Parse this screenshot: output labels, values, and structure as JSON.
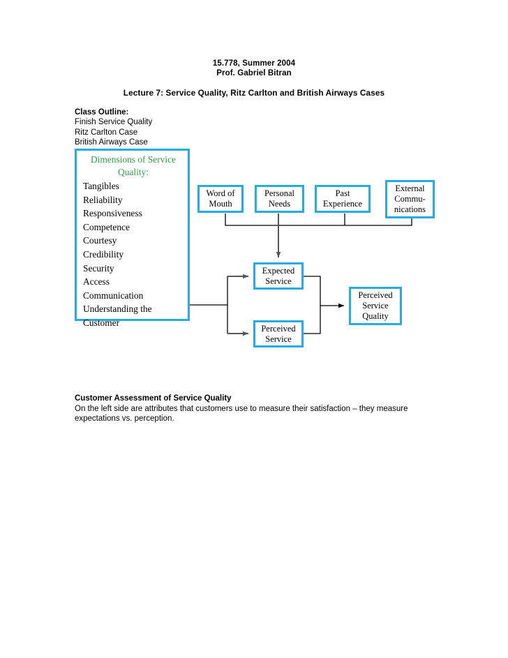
{
  "header": {
    "course": "15.778, Summer 2004",
    "professor": "Prof. Gabriel Bitran",
    "lecture": "Lecture 7: Service Quality, Ritz Carlton and British Airways Cases"
  },
  "outline": {
    "title": "Class Outline:",
    "items": [
      "Finish Service Quality",
      "Ritz Carlton Case",
      "British Airways Case"
    ]
  },
  "diagram": {
    "dimensions_panel": {
      "title": "Dimensions of Service Quality:",
      "title_line1": "Dimensions of Service",
      "title_line2": "Quality:",
      "title_color": "#2E9B4E",
      "items": [
        "Tangibles",
        "Reliability",
        "Responsiveness",
        "Competence",
        "Courtesy",
        "Credibility",
        "Security",
        "Access",
        "Communication",
        "Understanding the",
        "Customer"
      ]
    },
    "border_color": "#29ABE2",
    "nodes": {
      "word_of_mouth": "Word of Mouth",
      "personal_needs": "Personal Needs",
      "past_experience": "Past Experience",
      "external_communications": "External Commu-nications",
      "expected_service": "Expected Service",
      "perceived_service": "Perceived Service",
      "perceived_service_quality": "Perceived Service Quality"
    },
    "node_lines": {
      "word_of_mouth": [
        "Word of",
        "Mouth"
      ],
      "personal_needs": [
        "Personal",
        "Needs"
      ],
      "past_experience": [
        "Past",
        "Experience"
      ],
      "external_communications": [
        "External",
        "Commu-",
        "nications"
      ],
      "expected_service": [
        "Expected",
        "Service"
      ],
      "perceived_service": [
        "Perceived",
        "Service"
      ],
      "perceived_service_quality": [
        "Perceived",
        "Service",
        "Quality"
      ]
    }
  },
  "footnote": {
    "title": "Customer Assessment of Service Quality",
    "body": "On the left side are attributes that customers use to measure their satisfaction – they measure expectations vs. perception."
  }
}
